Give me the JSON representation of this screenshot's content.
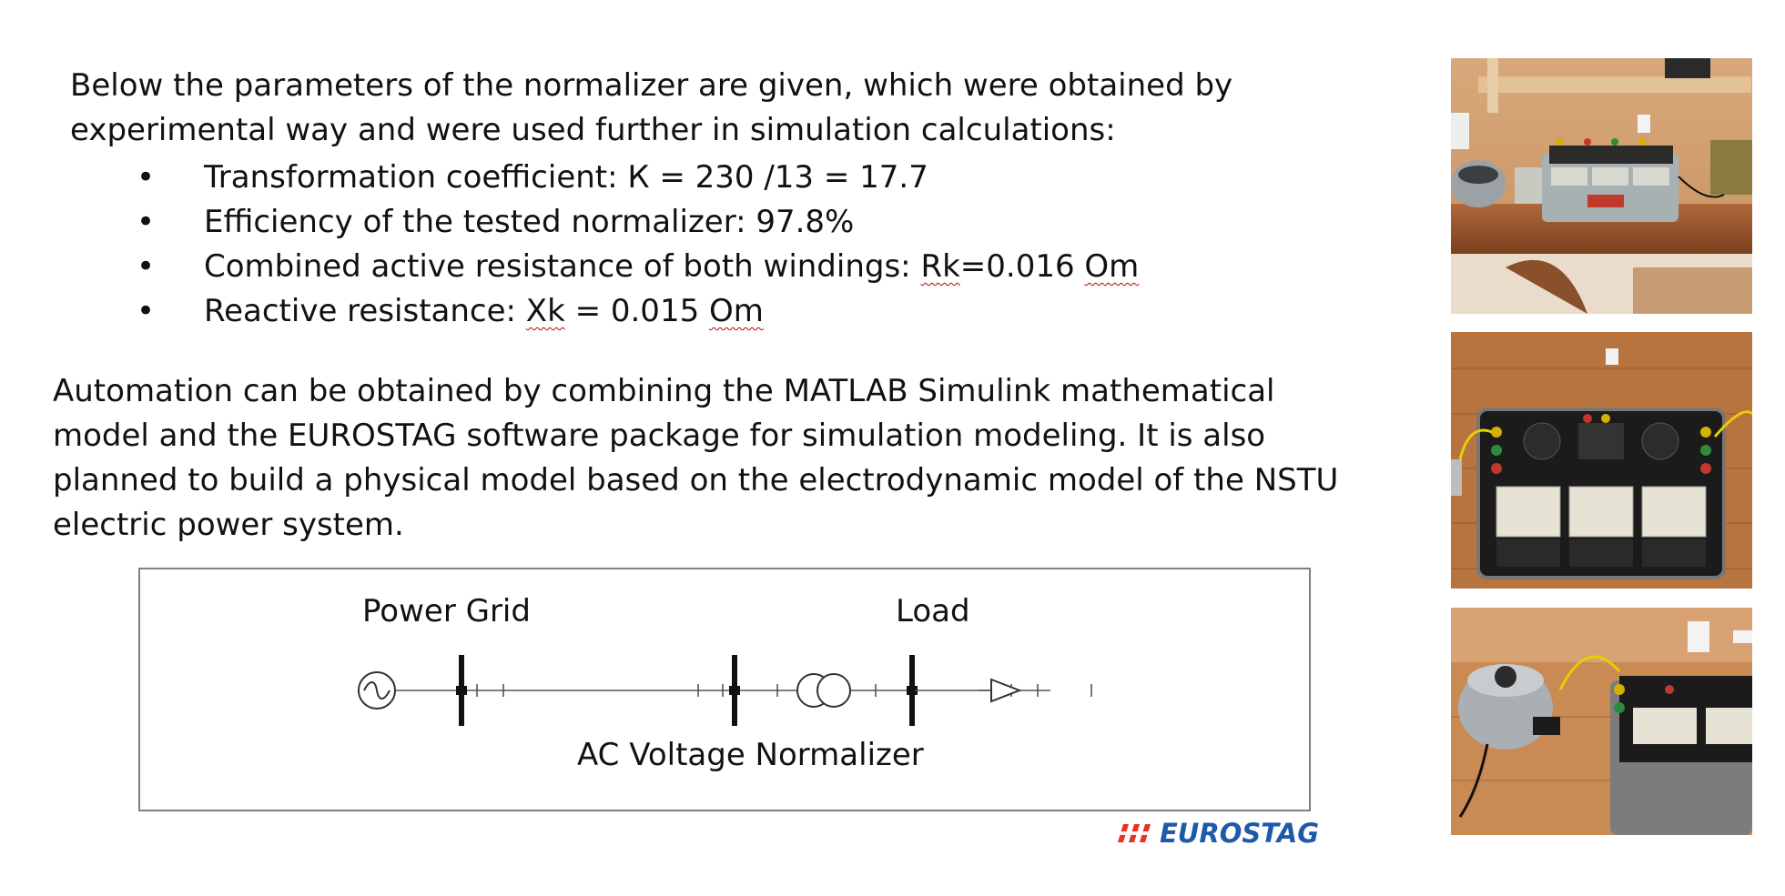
{
  "intro": {
    "line1": "Below the parameters of the normalizer are given, which were obtained by",
    "line2": "experimental way and were used further in simulation calculations:"
  },
  "bullets": [
    {
      "prefix": "Transformation coefficient: К = 230 /13 = 17.7",
      "mark1": "",
      "mid": "",
      "mark2": ""
    },
    {
      "prefix": "Efficiency of the tested normalizer: 97.8%",
      "mark1": "",
      "mid": "",
      "mark2": ""
    },
    {
      "prefix": "Combined active resistance of both windings: ",
      "mark1": "Rk",
      "mid": "=0.016 ",
      "mark2": "Om"
    },
    {
      "prefix": "Reactive resistance: ",
      "mark1": "Xk",
      "mid": " = 0.015 ",
      "mark2": "Om"
    }
  ],
  "bullet_symbol": "•",
  "automation": {
    "text": "Automation can be obtained by combining the MATLAB Simulink mathematical model and the EUROSTAG software package for simulation modeling. It is also planned to build a physical model based on the electrodynamic model of the NSTU electric power system."
  },
  "diagram": {
    "label_grid": "Power Grid",
    "label_load": "Load",
    "label_normalizer": "AC Voltage Normalizer"
  },
  "logo": {
    "text": "EUROSTAG",
    "color_red": "#e63323",
    "color_blue": "#1d5aa8"
  },
  "photos": [
    {
      "name": "lab-bench-photo-1"
    },
    {
      "name": "measurement-panel-photo"
    },
    {
      "name": "autotransformer-photo"
    }
  ]
}
